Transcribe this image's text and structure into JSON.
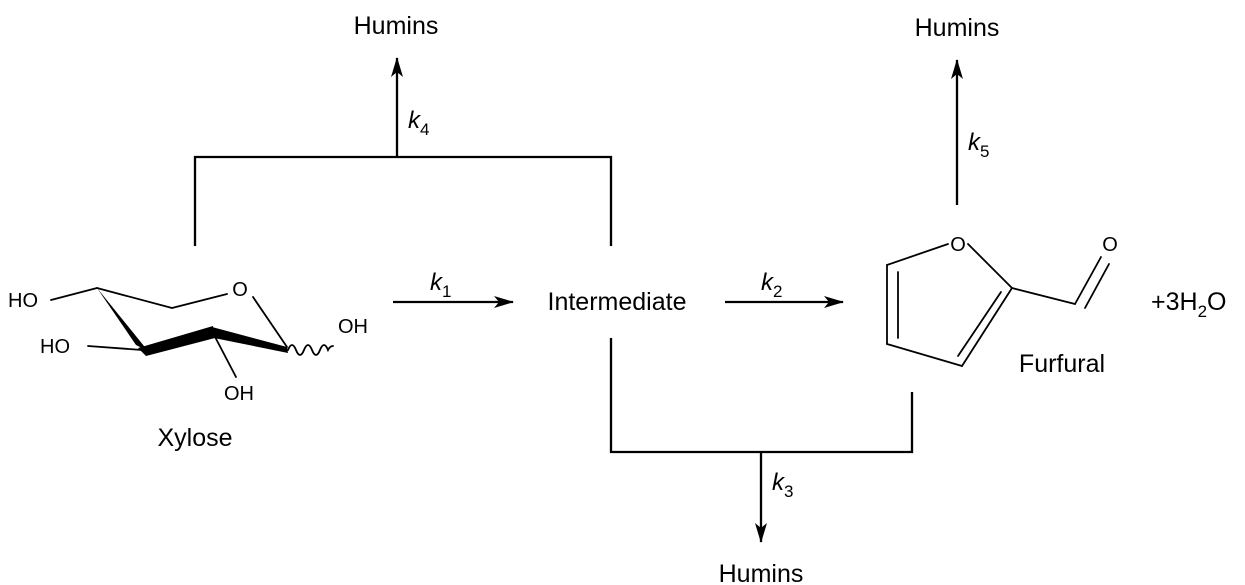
{
  "labels": {
    "humins_top_left": "Humins",
    "humins_top_right": "Humins",
    "humins_bottom": "Humins",
    "intermediate": "Intermediate",
    "xylose": "Xylose",
    "furfural": "Furfural",
    "water_prefix": "+3H",
    "water_sub": "2",
    "water_suffix": "O"
  },
  "rate_constants": {
    "k1": {
      "symbol": "k",
      "sub": "1"
    },
    "k2": {
      "symbol": "k",
      "sub": "2"
    },
    "k3": {
      "symbol": "k",
      "sub": "3"
    },
    "k4": {
      "symbol": "k",
      "sub": "4"
    },
    "k5": {
      "symbol": "k",
      "sub": "5"
    }
  },
  "xylose_atoms": {
    "ring_o": "O",
    "ho_top": "HO",
    "ho_mid": "HO",
    "oh_right": "OH",
    "oh_bottom": "OH"
  },
  "furfural_atoms": {
    "ring_o": "O",
    "carbonyl_o": "O"
  }
}
